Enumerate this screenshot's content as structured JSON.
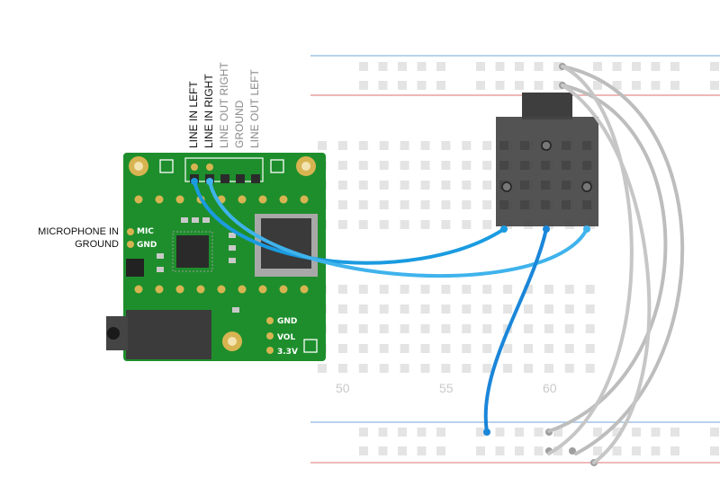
{
  "header_labels": [
    {
      "id": "line-in-left",
      "text": "LINE IN LEFT",
      "active": true
    },
    {
      "id": "line-in-right",
      "text": "LINE IN RIGHT",
      "active": true
    },
    {
      "id": "line-out-right",
      "text": "LINE OUT RIGHT",
      "active": false
    },
    {
      "id": "ground",
      "text": "GROUND",
      "active": false
    },
    {
      "id": "line-out-left",
      "text": "LINE OUT LEFT",
      "active": false
    }
  ],
  "side_labels": {
    "microphone_in": "MICROPHONE IN",
    "ground": "GROUND"
  },
  "board_silkscreen": {
    "mic": "MIC",
    "gnd_left": "GND",
    "gnd_right": "GND",
    "vol": "VOL",
    "v33": "3.3V"
  },
  "column_numbers": [
    "50",
    "55",
    "60"
  ],
  "colors": {
    "pcb": "#1e8e2c",
    "pad_gold": "#d7b451",
    "wire_blue": "#1a9be0",
    "wire_grey": "#bdbdbd",
    "jack_body": "#555555",
    "rail_blue": "#6fa8dc",
    "rail_red": "#e06666"
  }
}
